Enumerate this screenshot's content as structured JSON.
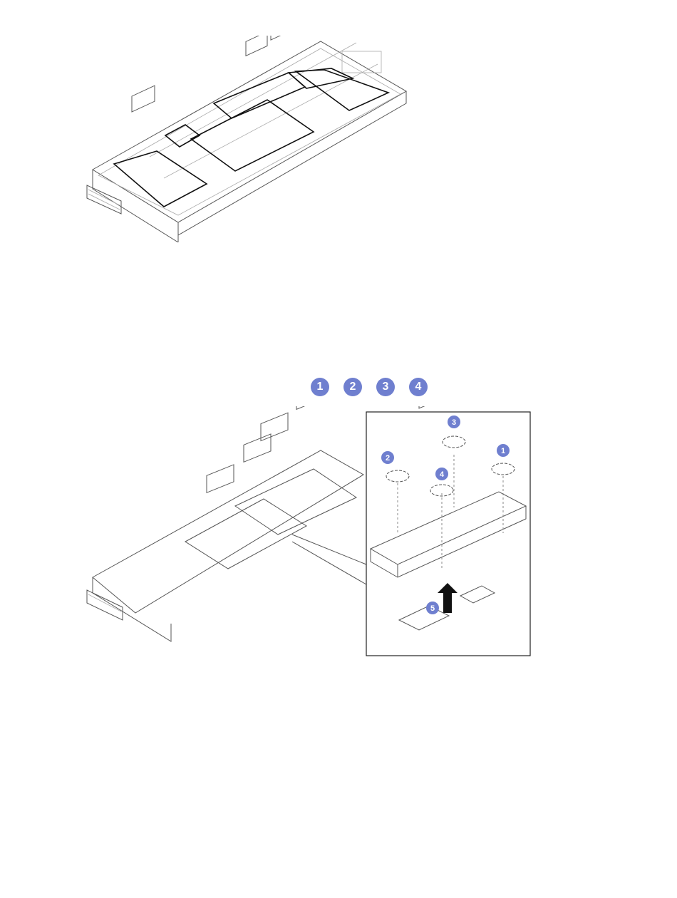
{
  "step_badges": [
    "1",
    "2",
    "3",
    "4"
  ],
  "callouts": {
    "c1": "1",
    "c2": "2",
    "c3": "3",
    "c4": "4",
    "c5": "5"
  },
  "colors": {
    "badge": "#6f7fcf",
    "line_art": "#555555",
    "highlight": "#111111"
  }
}
